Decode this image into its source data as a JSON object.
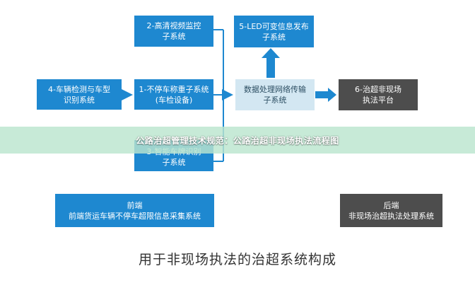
{
  "colors": {
    "blue": "#1e88d0",
    "light_blue": "#d3e7f2",
    "dark_gray": "#4d4d4d",
    "banner": "#bbe5ce"
  },
  "nodes": {
    "hd_monitor": {
      "line1": "2-高清视频监控",
      "line2": "子系统"
    },
    "led_publish": {
      "line1": "5-LED可变信息发布",
      "line2": "子系统"
    },
    "vehicle_detect": {
      "line1": "4-车辆检测与车型",
      "line2": "识别系统"
    },
    "weigh": {
      "line1": "1-不停车称重子系统",
      "line2": "(车检设备)"
    },
    "data_process": {
      "line1": "数据处理网络传输",
      "line2": "子系统"
    },
    "offsite_platform": {
      "line1": "6-治超非现场",
      "line2": "执法平台"
    },
    "plate_recog": {
      "line1": "3-智能车牌识别",
      "line2": "子系统"
    },
    "frontend": {
      "line1": "前端",
      "line2": "前端货运车辆不停车超限信息采集系统"
    },
    "backend": {
      "line1": "后端",
      "line2": "非现场治超执法处理系统"
    }
  },
  "banner": {
    "text": "公路治超管理技术规范：公路治超非现场执法流程图"
  },
  "caption": {
    "text": "用于非现场执法的治超系统构成"
  }
}
